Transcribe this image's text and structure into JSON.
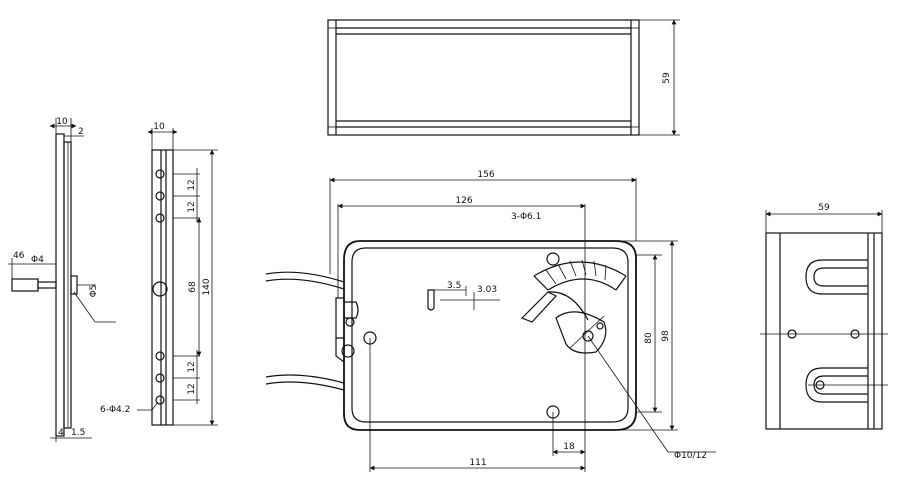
{
  "dimensions": {
    "top_height": "59",
    "side_thickness": "10",
    "side_plate": "2",
    "side_shaft_len": "46",
    "side_phi4": "Φ4",
    "side_phi5": "Φ5",
    "side_offset": "4",
    "side_plate_thk": "1.5",
    "rail_width": "10",
    "rail_pitch_a": "12",
    "rail_pitch_b": "12",
    "rail_center": "68",
    "rail_overall": "140",
    "rail_pitch_c": "12",
    "rail_pitch_d": "12",
    "rail_holes": "6-Φ4.2",
    "front_overall_width": "156",
    "front_hole_span": "126",
    "front_holes": "3-Φ6.1",
    "front_dim_a": "3.5",
    "front_dim_b": "3.03",
    "front_inner_height": "80",
    "front_overall_height": "98",
    "front_bottom_span": "111",
    "front_bottom_offset": "18",
    "front_shaft": "Φ10/12",
    "right_width": "59"
  }
}
